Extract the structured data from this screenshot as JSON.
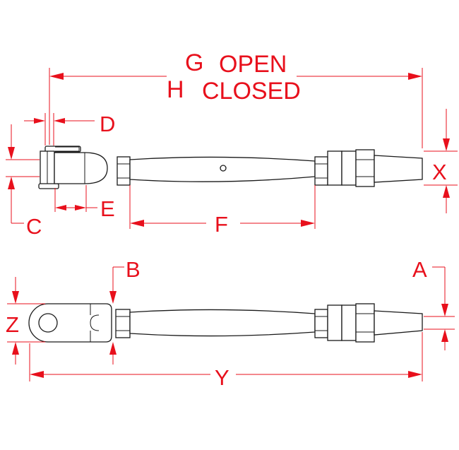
{
  "labels": {
    "g": "G",
    "open": "OPEN",
    "h": "H",
    "closed": "CLOSED",
    "d": "D",
    "e": "E",
    "c": "C",
    "f": "F",
    "x": "X",
    "b": "B",
    "a": "A",
    "z": "Z",
    "y": "Y"
  },
  "colors": {
    "dimension": "#e8101c",
    "outline": "#1a1a1a"
  }
}
